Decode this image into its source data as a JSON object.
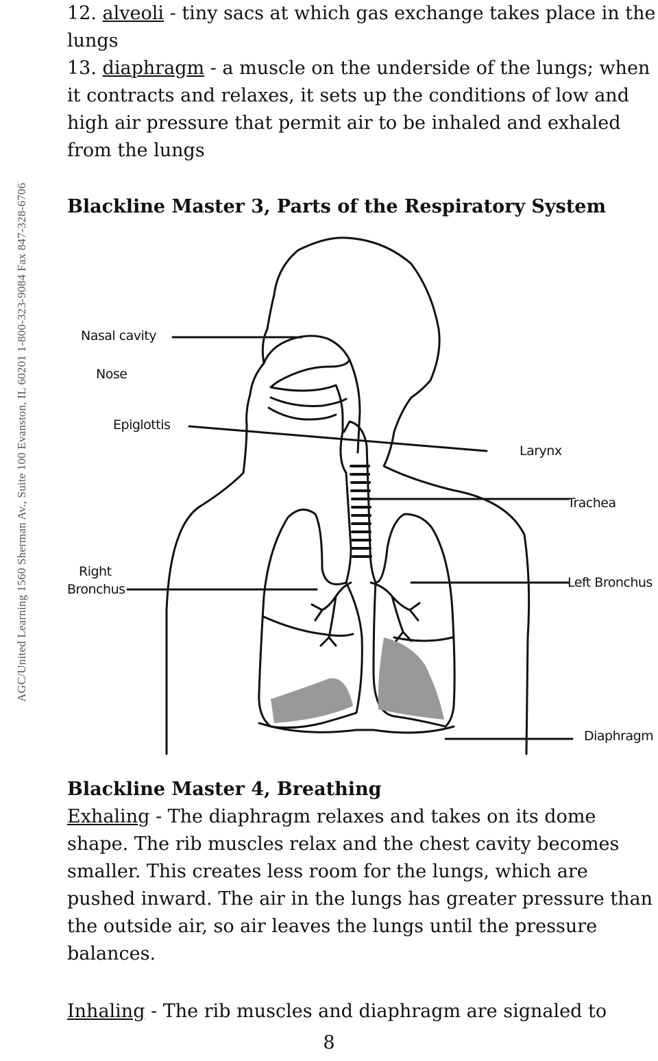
{
  "side_note": "AGC/United Learning   1560 Sherman Av., Suite 100   Evanston, IL 60201   1-800-323-9084   Fax 847-328-6706",
  "glossary": [
    {
      "num": "12.",
      "term": "alveoli",
      "definition": " - tiny sacs at which gas exchange takes place in the lungs"
    },
    {
      "num": "13.",
      "term": "diaphragm",
      "definition": " - a muscle on the underside of the lungs; when it contracts and relaxes, it sets up the conditions of low and high air pressure that permit air to be inhaled and exhaled from the lungs"
    }
  ],
  "master3": {
    "title": "Blackline Master 3, Parts of the Respiratory System",
    "labels": {
      "nasal_cavity": "Nasal cavity",
      "nose": "Nose",
      "epiglottis": "Epiglottis",
      "larynx": "Larynx",
      "trachea": "Trachea",
      "right_bronchus_1": "Right",
      "right_bronchus_2": "Bronchus",
      "left_bronchus": "Left Bronchus",
      "diaphragm": "Diaphragm"
    }
  },
  "master4": {
    "title": "Blackline Master 4, Breathing",
    "exhaling_term": "Exhaling",
    "exhaling_text": " - The diaphragm relaxes and takes on its dome shape. The rib muscles relax and the chest cavity becomes smaller. This creates less room for the lungs, which are pushed inward. The air in the lungs has greater pressure than the outside air, so air leaves the lungs until the pressure balances.",
    "inhaling_term": "Inhaling",
    "inhaling_text": " - The rib muscles and diaphragm are signaled to"
  },
  "page_number": "8"
}
